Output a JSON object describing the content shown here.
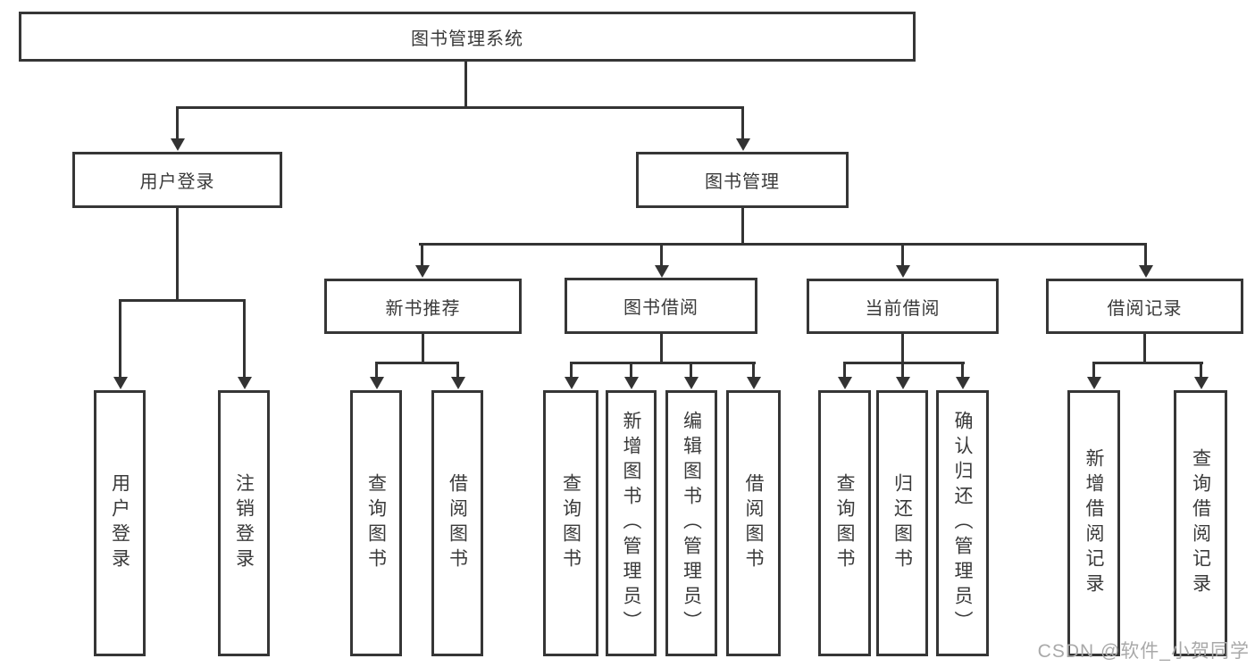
{
  "diagram_title": "图书管理系统",
  "nodes": {
    "root": "图书管理系统",
    "user_login": "用户登录",
    "book_mgmt": "图书管理",
    "new_book_rec": "新书推荐",
    "book_borrow": "图书借阅",
    "current_borrow": "当前借阅",
    "borrow_records": "借阅记录",
    "ul_user_login": "用户登录",
    "ul_logout": "注销登录",
    "nb_query_books": "查询图书",
    "nb_borrow_books": "借阅图书",
    "bb_query_books": "查询图书",
    "bb_add_books": "新增图书（管理员）",
    "bb_edit_books": "编辑图书（管理员）",
    "bb_borrow_books": "借阅图书",
    "cb_query_books": "查询图书",
    "cb_return_books": "归还图书",
    "cb_confirm_return": "确认归还（管理员）",
    "br_add_record": "新增借阅记录",
    "br_query_record": "查询借阅记录"
  },
  "hierarchy": {
    "图书管理系统": {
      "用户登录": [
        "用户登录",
        "注销登录"
      ],
      "图书管理": {
        "新书推荐": [
          "查询图书",
          "借阅图书"
        ],
        "图书借阅": [
          "查询图书",
          "新增图书（管理员）",
          "编辑图书（管理员）",
          "借阅图书"
        ],
        "当前借阅": [
          "查询图书",
          "归还图书",
          "确认归还（管理员）"
        ],
        "借阅记录": [
          "新增借阅记录",
          "查询借阅记录"
        ]
      }
    }
  },
  "watermark": "CSDN @软件_小贺同学",
  "colors": {
    "line": "#333333",
    "text": "#3a3a3a",
    "watermark": "#a9a9a9",
    "background": "#ffffff"
  }
}
